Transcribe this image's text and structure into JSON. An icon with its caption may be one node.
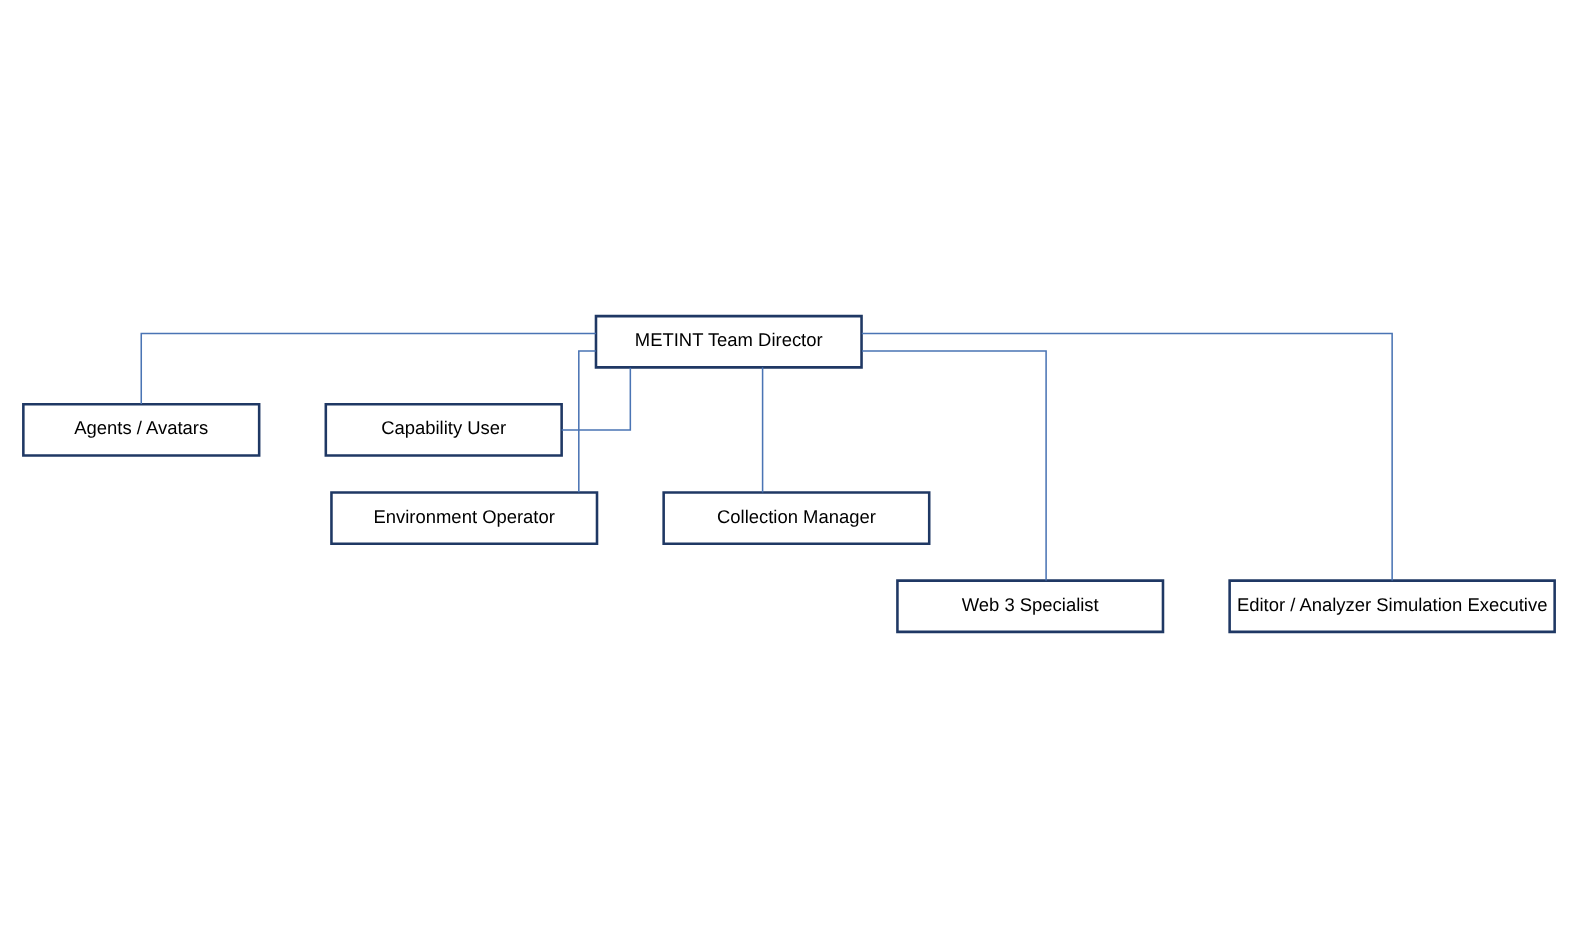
{
  "diagram": {
    "nodes": [
      {
        "text": [
          "METINT Team Director"
        ]
      },
      {
        "text": [
          "Agents / Avatars"
        ]
      },
      {
        "text": [
          "Capability User"
        ]
      },
      {
        "text": [
          "Environment Operator"
        ]
      },
      {
        "text": [
          "Collection Manager"
        ]
      },
      {
        "text": [
          "Web 3 Specialist"
        ]
      },
      {
        "text": [
          "Editor / Analyzer Simulation Executive"
        ]
      }
    ],
    "edges": [
      {
        "from": 0,
        "to": 1,
        "arrow": "none"
      },
      {
        "from": 0,
        "to": 2,
        "arrow": "none"
      },
      {
        "from": 0,
        "to": 3,
        "arrow": "none"
      },
      {
        "from": 0,
        "to": 4,
        "arrow": "none"
      },
      {
        "from": 0,
        "to": 5,
        "arrow": "none"
      },
      {
        "from": 0,
        "to": 6,
        "arrow": "none"
      }
    ]
  }
}
